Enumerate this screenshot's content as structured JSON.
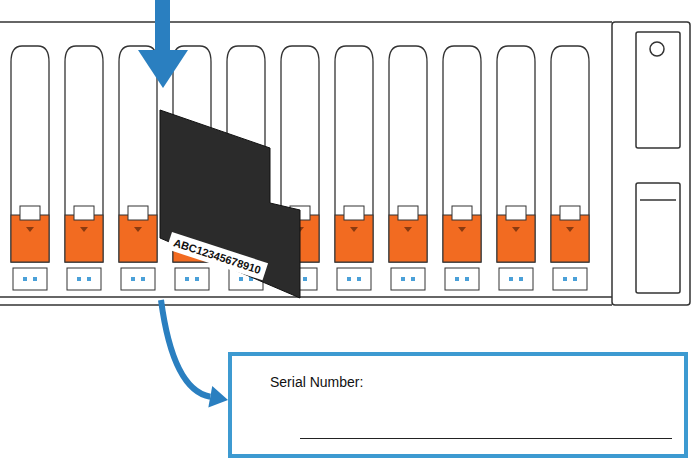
{
  "diagram": {
    "nodes": [
      {
        "text": [
          "ABC12345678910"
        ]
      },
      {
        "text": [
          "Serial Number:"
        ]
      }
    ],
    "edges": [
      {
        "from": 0,
        "to": 1,
        "arrow": "to"
      }
    ]
  }
}
